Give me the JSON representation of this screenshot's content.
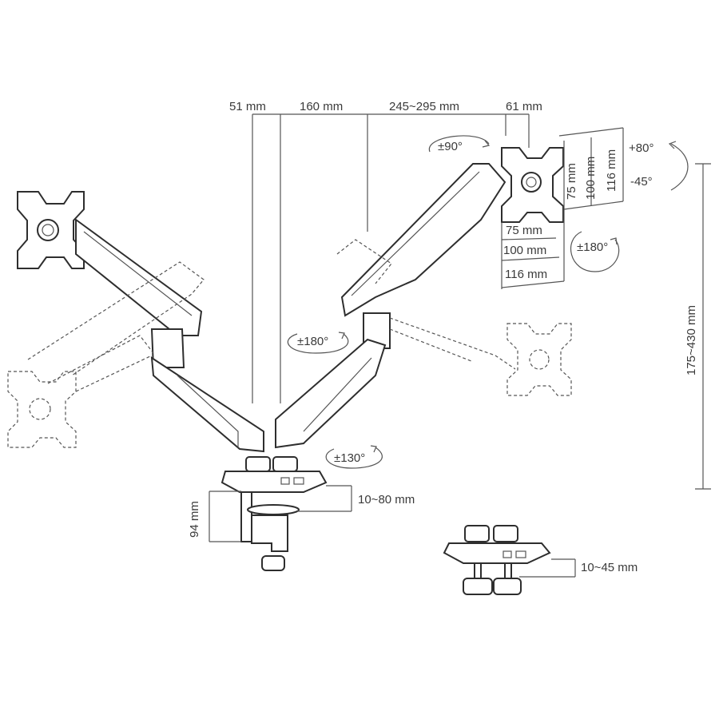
{
  "dimensions_top": [
    "51 mm",
    "160 mm",
    "245~295 mm",
    "61 mm"
  ],
  "vesa": {
    "vertical": [
      "75 mm",
      "100 mm",
      "116 mm"
    ],
    "horizontal": [
      "75 mm",
      "100 mm",
      "116 mm"
    ]
  },
  "rotations": {
    "tilt_up": "+80°",
    "tilt_down": "-45°",
    "swivel_head": "±90°",
    "rotate_head": "±180°",
    "arm_joint": "±180°",
    "base": "±130°"
  },
  "height_range": "175~430 mm",
  "clamp": {
    "height": "94 mm",
    "thickness": "10~80 mm"
  },
  "grommet": {
    "thickness": "10~45 mm"
  }
}
